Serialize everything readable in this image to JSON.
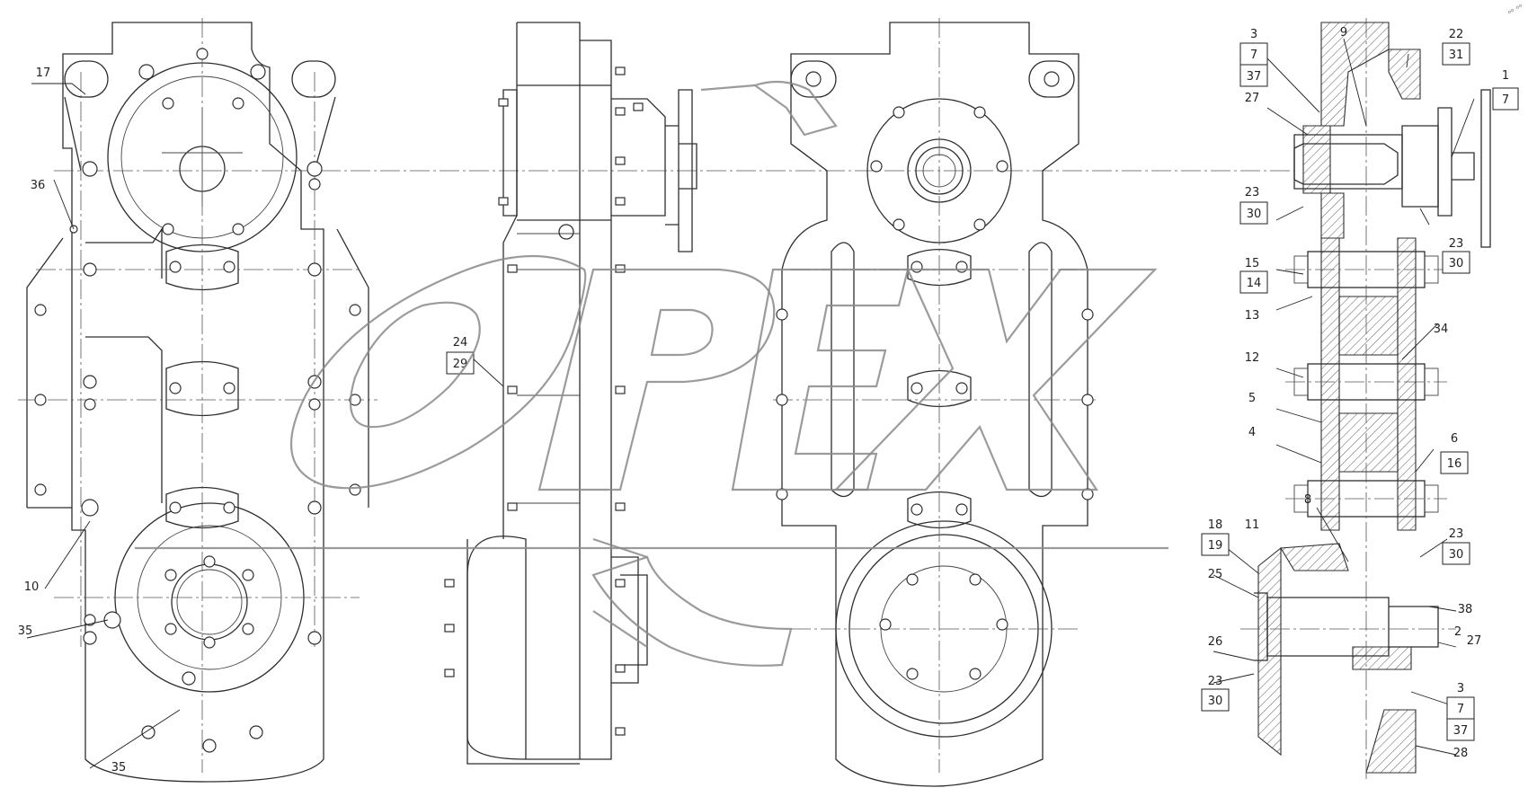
{
  "drawing": {
    "part_labels": {
      "p1": "1",
      "p7a": "7",
      "p3a": "3",
      "p7b": "7",
      "p37a": "37",
      "p9": "9",
      "p22": "22",
      "p31": "31",
      "p27a": "27",
      "p23a": "23",
      "p30a": "30",
      "p23b": "23",
      "p30b": "30",
      "p15": "15",
      "p14": "14",
      "p13": "13",
      "p34": "34",
      "p12": "12",
      "p5": "5",
      "p4": "4",
      "p6": "6",
      "p16": "16",
      "p8": "8",
      "p11": "11",
      "p18": "18",
      "p19": "19",
      "p25": "25",
      "p23c": "23",
      "p30c": "30",
      "p38": "38",
      "p2": "2",
      "p27b": "27",
      "p26": "26",
      "p23d": "23",
      "p30d": "30",
      "p3b": "3",
      "p7c": "7",
      "p37b": "37",
      "p28": "28",
      "p17": "17",
      "p36": "36",
      "p10": "10",
      "p35a": "35",
      "p35b": "35",
      "p24": "24",
      "p29": "29"
    },
    "watermark": "OPEX",
    "corner_mark": "ᵒᵒ ᵒᵒ"
  }
}
